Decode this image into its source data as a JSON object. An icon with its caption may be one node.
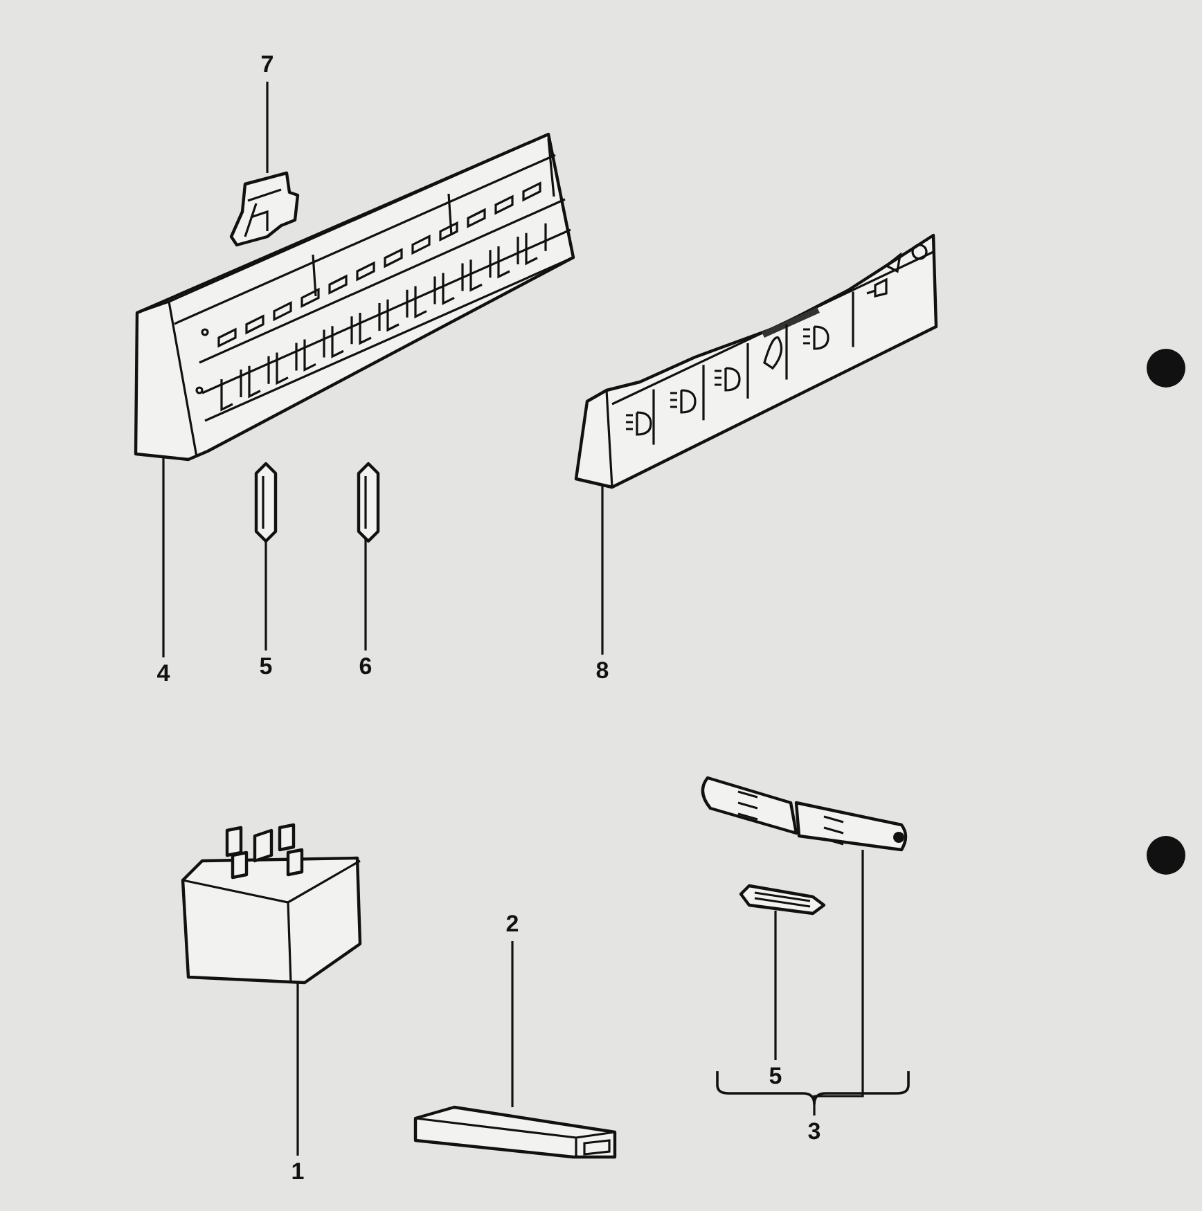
{
  "diagram": {
    "nodes": [
      {
        "text": [
          "7"
        ]
      },
      {
        "text": [],
        "shape": "picture"
      },
      {
        "text": [],
        "shape": "picture"
      },
      {
        "text": [],
        "shape": "picture"
      },
      {
        "text": [],
        "shape": "picture"
      },
      {
        "text": [],
        "shape": "picture"
      },
      {
        "text": [
          "4"
        ]
      },
      {
        "text": [
          "5"
        ]
      },
      {
        "text": [
          "6"
        ]
      },
      {
        "text": [
          "8"
        ]
      },
      {
        "text": [],
        "shape": "picture"
      },
      {
        "text": [],
        "shape": "picture"
      },
      {
        "text": [],
        "shape": "picture"
      },
      {
        "text": [
          "2"
        ]
      },
      {
        "text": [],
        "shape": "picture"
      },
      {
        "text": [
          "5"
        ]
      },
      {
        "text": [
          "1"
        ]
      },
      {
        "text": [
          "3"
        ]
      }
    ],
    "edges": [
      {
        "from": 0,
        "to": 1,
        "arrow": "none"
      },
      {
        "from": 6,
        "to": 2,
        "arrow": "none"
      },
      {
        "from": 7,
        "to": 4,
        "arrow": "none"
      },
      {
        "from": 8,
        "to": 5,
        "arrow": "none"
      },
      {
        "from": 9,
        "to": 3,
        "arrow": "none"
      },
      {
        "from": 13,
        "to": 14,
        "arrow": "none"
      },
      {
        "from": 15,
        "to": 12,
        "arrow": "none"
      },
      {
        "from": 16,
        "to": 11,
        "arrow": "none"
      },
      {
        "from": 17,
        "to": 10,
        "arrow": "none"
      }
    ]
  }
}
